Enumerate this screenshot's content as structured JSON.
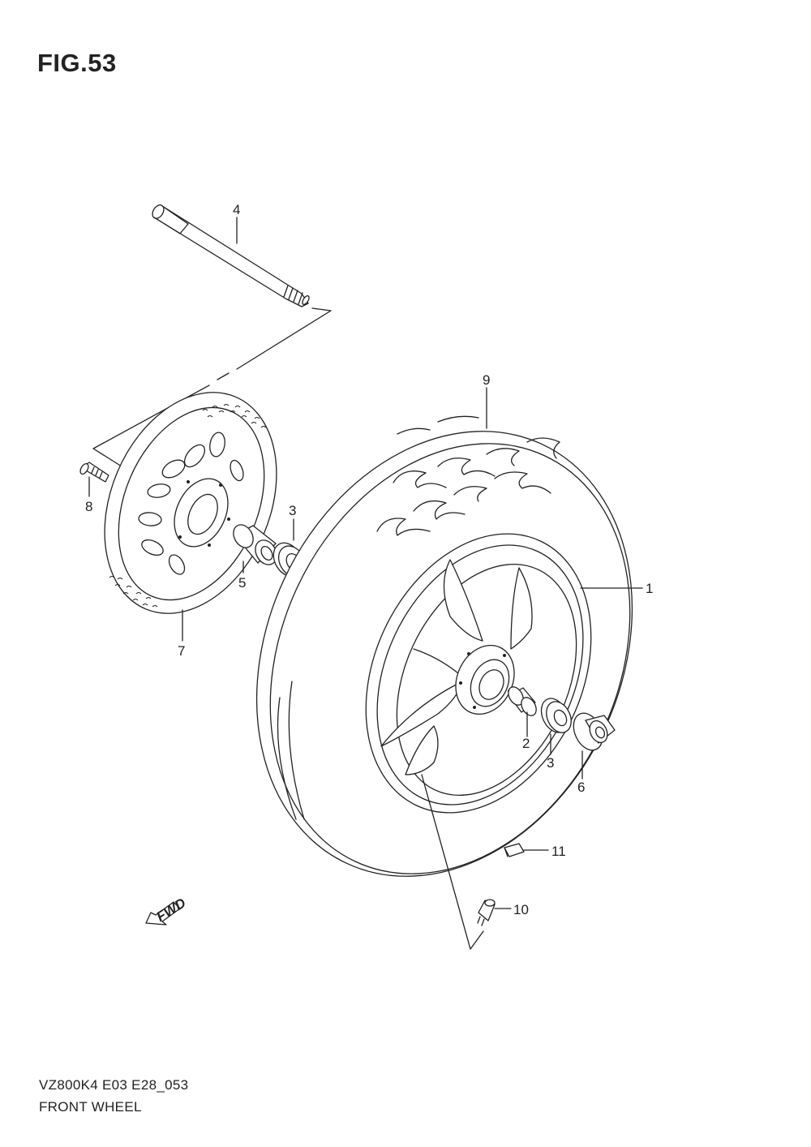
{
  "figure": {
    "title": "FIG.53",
    "model_code": "VZ800K4 E03 E28_053",
    "caption": "FRONT WHEEL",
    "fwd_label": "FWD"
  },
  "callouts": [
    {
      "id": "1",
      "part": "wheel"
    },
    {
      "id": "2",
      "part": "spacer"
    },
    {
      "id": "3",
      "part": "bearing-right"
    },
    {
      "id": "3",
      "part": "bearing-left"
    },
    {
      "id": "4",
      "part": "axle"
    },
    {
      "id": "5",
      "part": "spacer-left"
    },
    {
      "id": "6",
      "part": "dust-seal"
    },
    {
      "id": "7",
      "part": "brake-disc"
    },
    {
      "id": "8",
      "part": "disc-bolt"
    },
    {
      "id": "9",
      "part": "tire"
    },
    {
      "id": "10",
      "part": "valve"
    },
    {
      "id": "11",
      "part": "balance-weight"
    }
  ]
}
